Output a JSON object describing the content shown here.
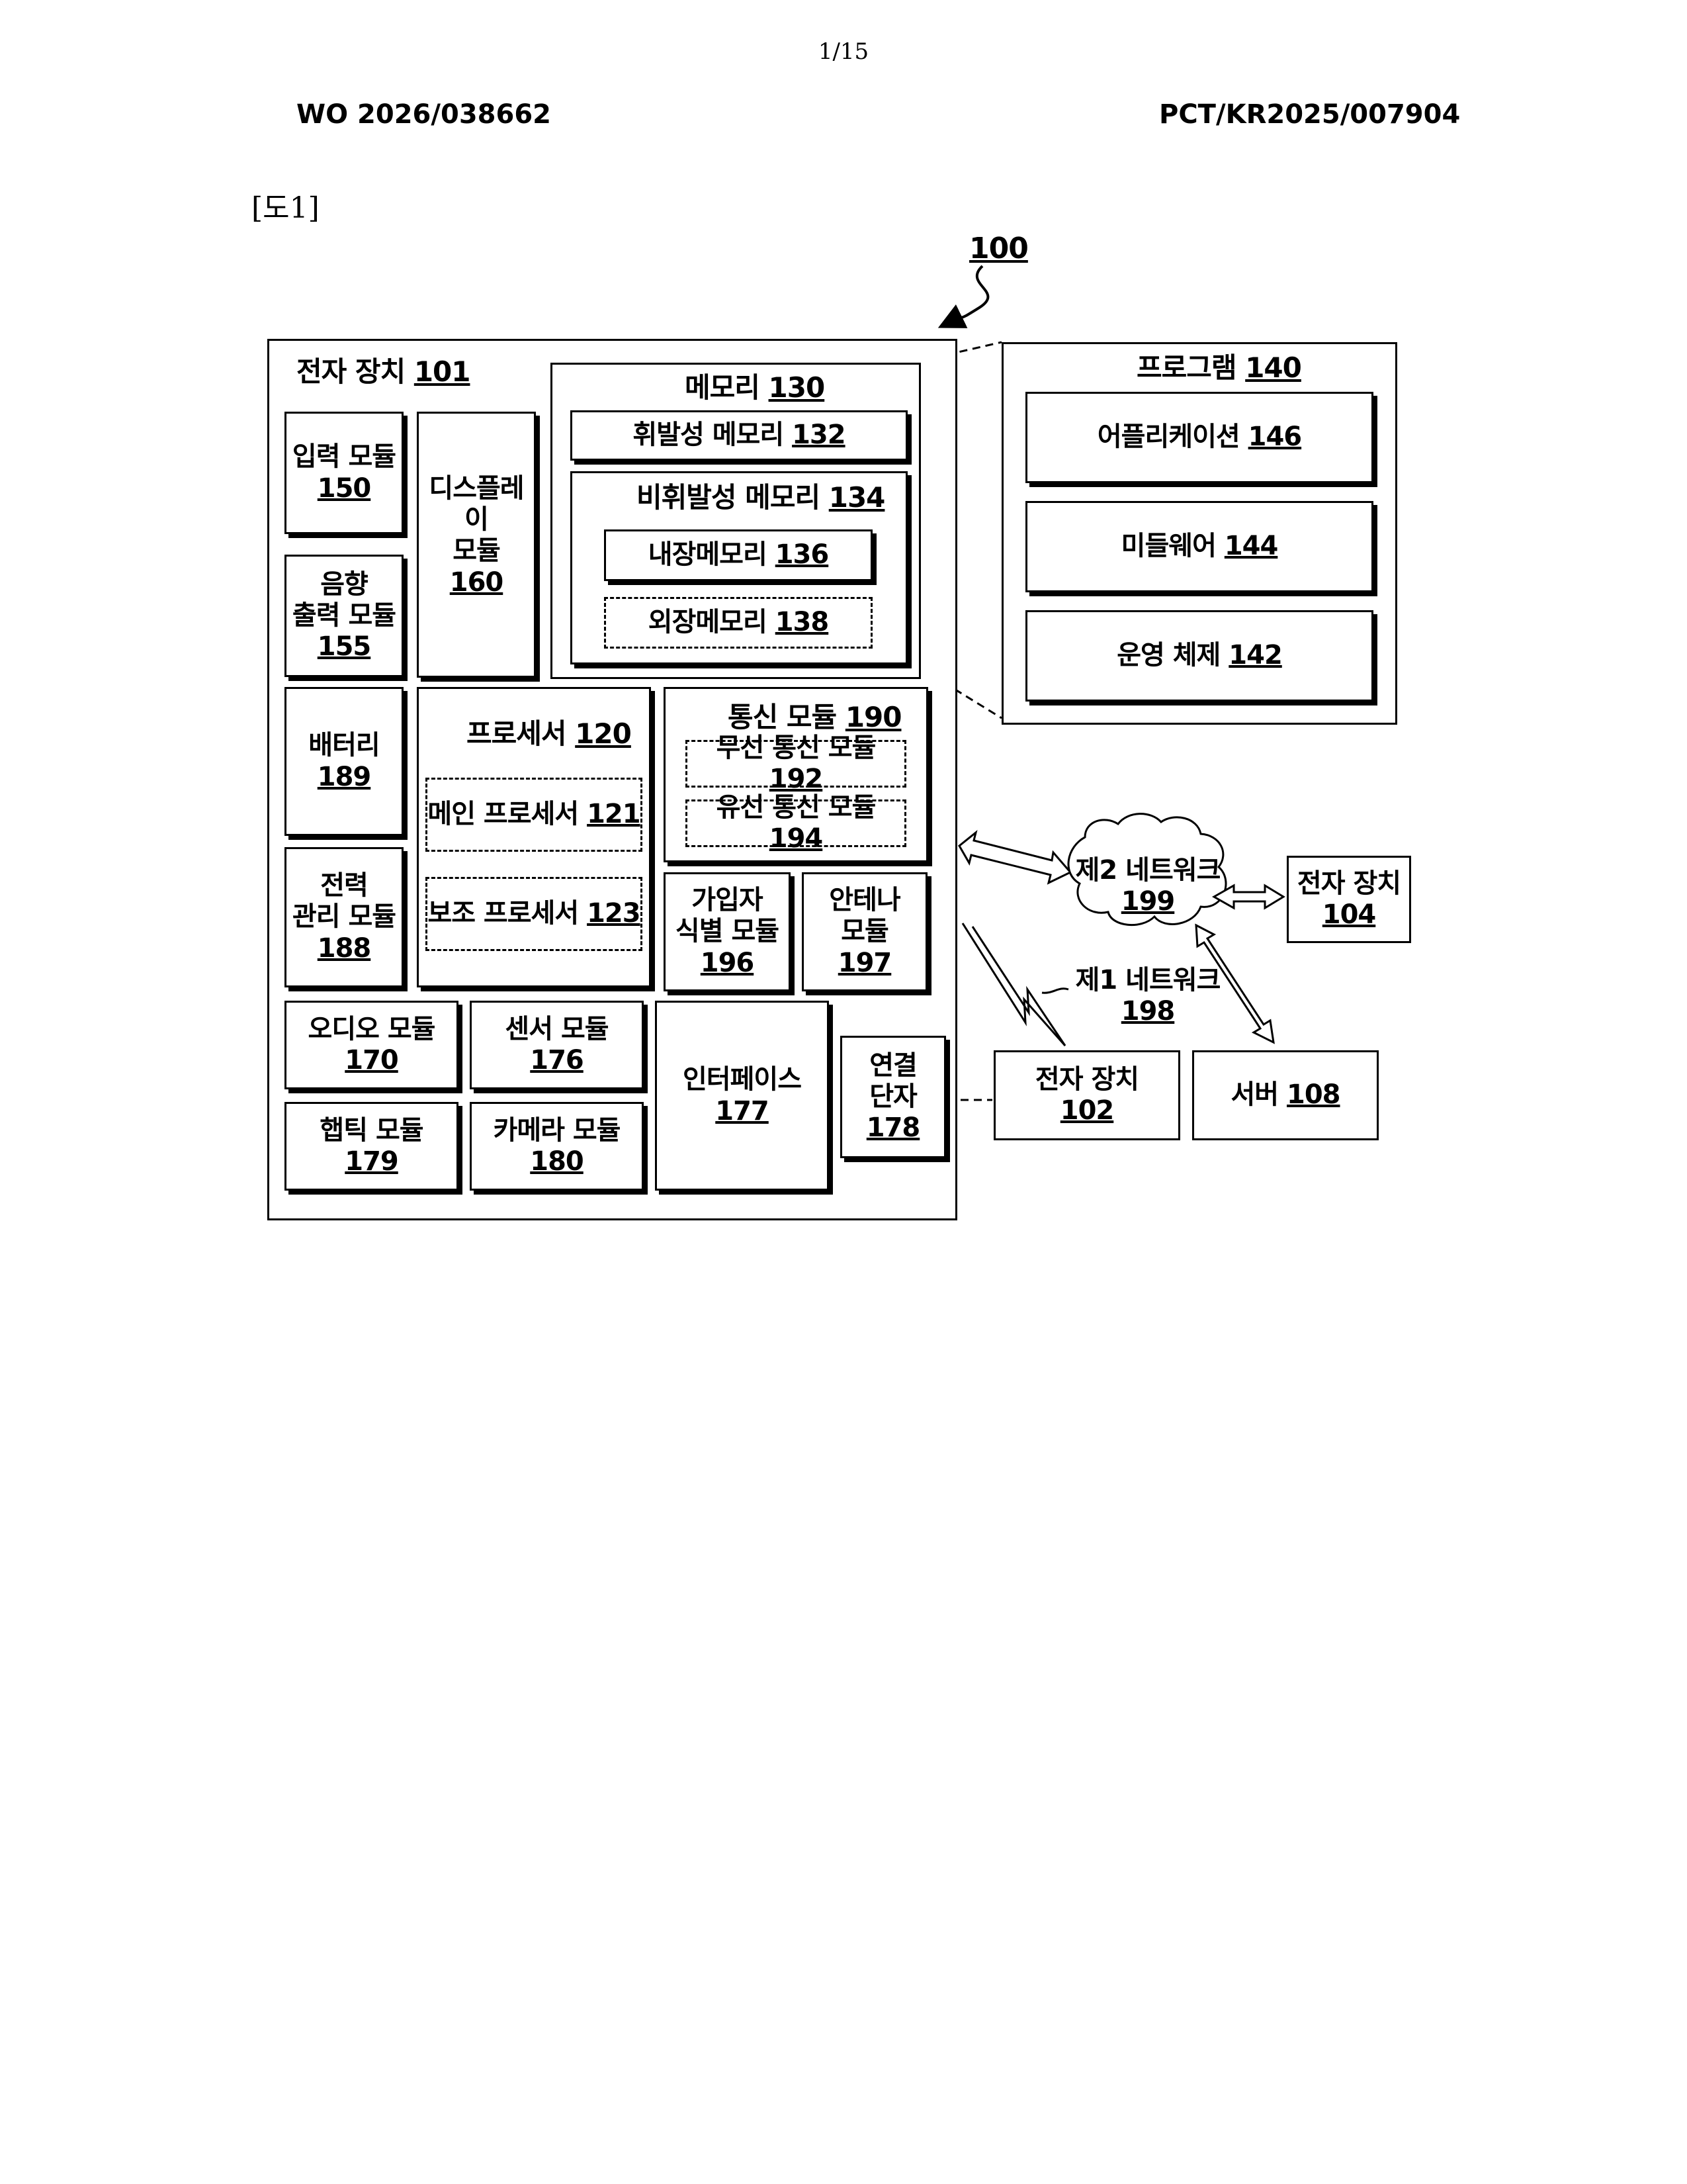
{
  "header": {
    "page_number": "1/15",
    "publication_number": "WO 2026/038662",
    "application_number": "PCT/KR2025/007904",
    "figure_label": "[도1]"
  },
  "diagram": {
    "system": {
      "ref": "100"
    },
    "device_101": {
      "label": "전자 장치",
      "ref": "101"
    },
    "input_module": {
      "label": "입력 모듈",
      "ref": "150"
    },
    "sound_output_module": {
      "line1": "음향",
      "line2": "출력 모듈",
      "ref": "155"
    },
    "display_module": {
      "line1": "디스플레이",
      "line2": "모듈",
      "ref": "160"
    },
    "memory": {
      "label": "메모리",
      "ref": "130"
    },
    "volatile_memory": {
      "label": "휘발성 메모리",
      "ref": "132"
    },
    "nonvolatile_memory": {
      "label": "비휘발성 메모리",
      "ref": "134"
    },
    "internal_memory": {
      "label": "내장메모리",
      "ref": "136"
    },
    "external_memory": {
      "label": "외장메모리",
      "ref": "138"
    },
    "program": {
      "label": "프로그램",
      "ref": "140"
    },
    "application": {
      "label": "어플리케이션",
      "ref": "146"
    },
    "middleware": {
      "label": "미들웨어",
      "ref": "144"
    },
    "operating_system": {
      "label": "운영 체제",
      "ref": "142"
    },
    "battery": {
      "label": "배터리",
      "ref": "189"
    },
    "power_management": {
      "line1": "전력",
      "line2": "관리 모듈",
      "ref": "188"
    },
    "processor": {
      "label": "프로세서",
      "ref": "120"
    },
    "main_processor": {
      "label": "메인 프로세서",
      "ref": "121"
    },
    "auxiliary_processor": {
      "label": "보조 프로세서",
      "ref": "123"
    },
    "communication_module": {
      "label": "통신 모듈",
      "ref": "190"
    },
    "wireless_comm": {
      "label": "무선 통신 모듈",
      "ref": "192"
    },
    "wired_comm": {
      "label": "유선 통신 모듈",
      "ref": "194"
    },
    "subscriber_id": {
      "line1": "가입자",
      "line2": "식별 모듈",
      "ref": "196"
    },
    "antenna_module": {
      "line1": "안테나",
      "line2": "모듈",
      "ref": "197"
    },
    "audio_module": {
      "label": "오디오 모듈",
      "ref": "170"
    },
    "sensor_module": {
      "label": "센서 모듈",
      "ref": "176"
    },
    "haptic_module": {
      "label": "햅틱 모듈",
      "ref": "179"
    },
    "camera_module": {
      "label": "카메라 모듈",
      "ref": "180"
    },
    "interface": {
      "label": "인터페이스",
      "ref": "177"
    },
    "connection_terminal": {
      "line1": "연결",
      "line2": "단자",
      "ref": "178"
    },
    "second_network": {
      "label": "제2 네트워크",
      "ref": "199"
    },
    "first_network": {
      "label": "제1 네트워크",
      "ref": "198"
    },
    "device_104": {
      "label": "전자 장치",
      "ref": "104"
    },
    "device_102": {
      "label": "전자 장치",
      "ref": "102"
    },
    "server": {
      "label": "서버",
      "ref": "108"
    }
  }
}
